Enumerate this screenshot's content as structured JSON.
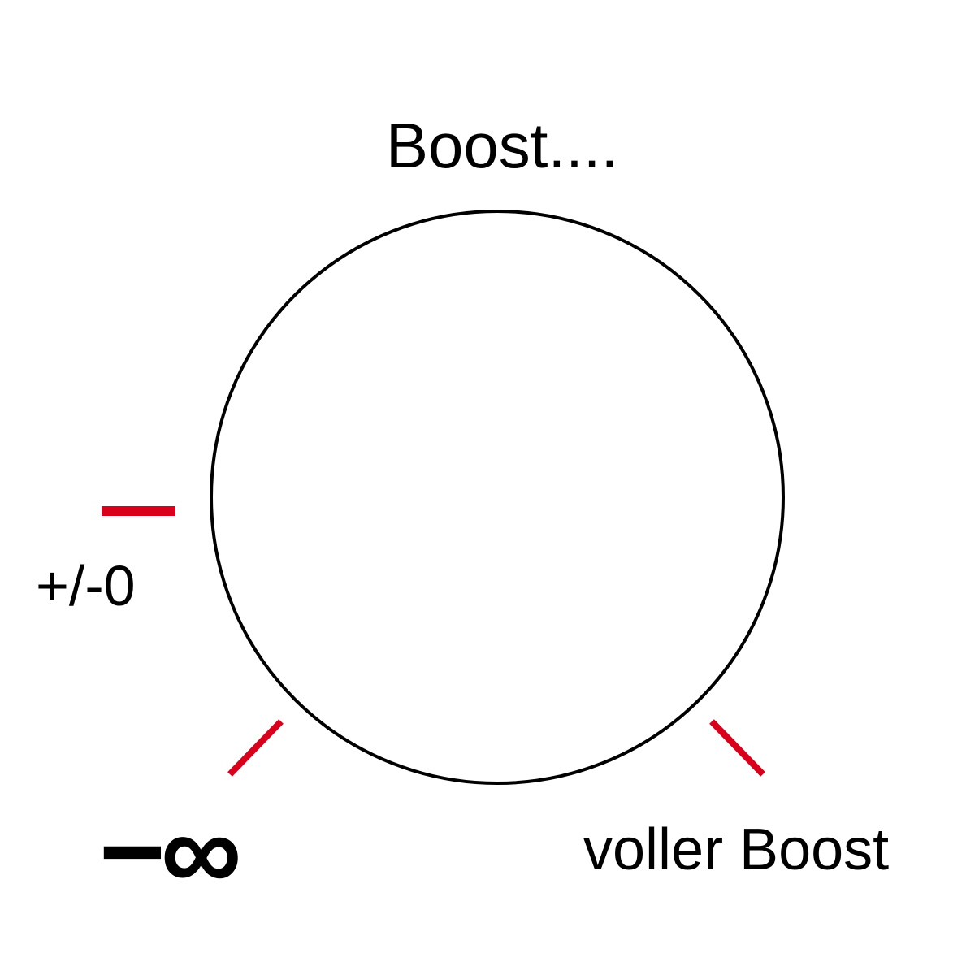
{
  "title": "Boost....",
  "markers": {
    "zero_label": "+/-0",
    "min_label": "−∞",
    "max_label": "voller Boost"
  },
  "colors": {
    "background": "#ffffff",
    "knob_outline": "#000000",
    "tick": "#d9001b",
    "text": "#000000"
  }
}
